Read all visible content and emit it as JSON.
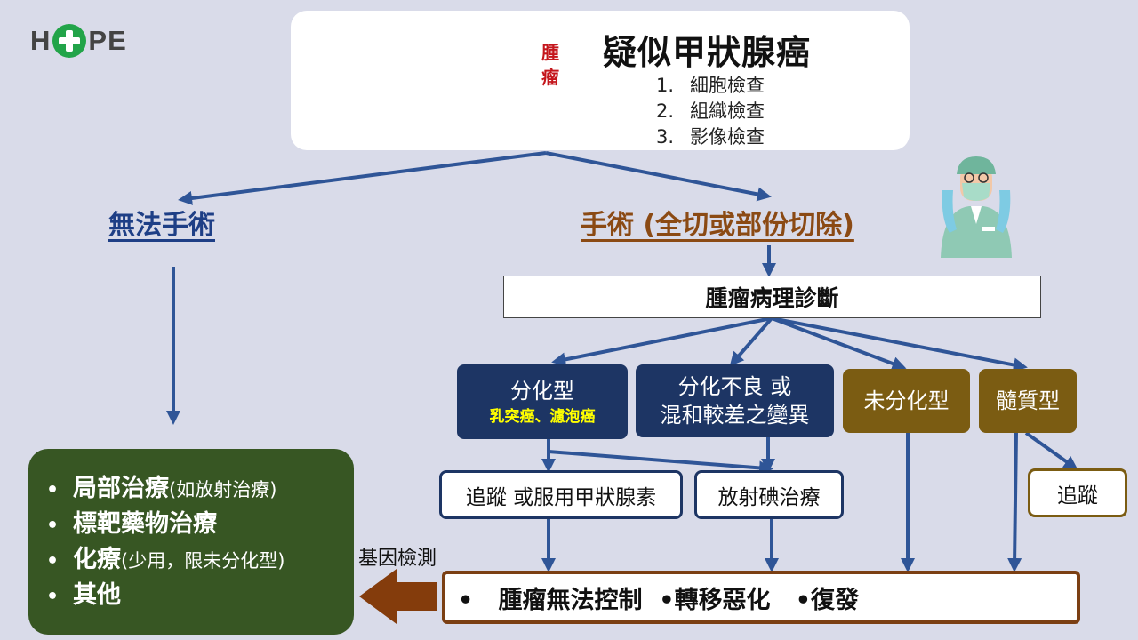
{
  "logo": {
    "left": "H",
    "right": "PE"
  },
  "title": "疑似甲狀腺癌",
  "tumor_label": [
    "腫",
    "瘤"
  ],
  "exams": [
    {
      "num": "1.",
      "text": "細胞檢查"
    },
    {
      "num": "2.",
      "text": "組織檢查"
    },
    {
      "num": "3.",
      "text": "影像檢查"
    }
  ],
  "branches": {
    "no_surgery": "無法手術",
    "surgery": "手術 (全切或部份切除)"
  },
  "pathology": "腫瘤病理診斷",
  "types": {
    "differentiated": {
      "title": "分化型",
      "sub": "乳突癌、濾泡癌"
    },
    "poorly": {
      "line1": "分化不良 或",
      "line2": "混和較差之變異"
    },
    "undifferentiated": "未分化型",
    "medullary": "髓質型"
  },
  "treatments": {
    "follow_or_hormone": "追蹤 或服用甲狀腺素",
    "radioiodine": "放射碘治療",
    "follow": "追蹤"
  },
  "outcome": [
    "•   腫瘤無法控制",
    "  •轉移惡化",
    "   •復發"
  ],
  "gene_test": "基因檢測",
  "options": [
    {
      "main": "局部治療",
      "note": "(如放射治療)"
    },
    {
      "main": "標靶藥物治療",
      "note": ""
    },
    {
      "main": "化療",
      "note": " (少用，限未分化型)"
    },
    {
      "main": "其他",
      "note": ""
    }
  ],
  "colors": {
    "background": "#d9dbe9",
    "arrow_blue": "#2f5597",
    "navy_box": "#1d3564",
    "brown_box": "#7b5c12",
    "outcome_border": "#7b3f13",
    "green_box": "#375623",
    "highlight_yellow": "#ffff00",
    "tumor_red": "#c4161c"
  },
  "icons": [
    "hope-logo-cross-icon",
    "thyroid-neck-illustration",
    "surgeon-icon"
  ]
}
